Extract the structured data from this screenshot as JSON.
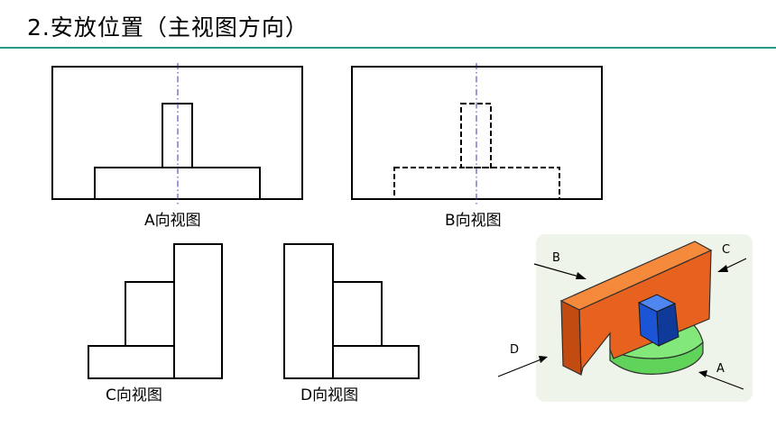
{
  "title": "2.安放位置（主视图方向）",
  "views": {
    "a_label": "A向视图",
    "b_label": "B向视图",
    "c_label": "C向视图",
    "d_label": "D向视图"
  },
  "isometric": {
    "arrow_a": "A",
    "arrow_b": "B",
    "arrow_c": "C",
    "arrow_d": "D",
    "colors": {
      "wall_front": "#e6621e",
      "wall_top": "#f58a3c",
      "wall_side": "#c24b12",
      "base": "#5fd35a",
      "base_top": "#82e87a",
      "block_front": "#1b55d6",
      "block_top": "#4f86f0",
      "block_side": "#0f3a9a",
      "background": "#eef4ea"
    }
  },
  "colors": {
    "title_rule": "#2a9a88",
    "center_line": "#3a3aa8"
  }
}
